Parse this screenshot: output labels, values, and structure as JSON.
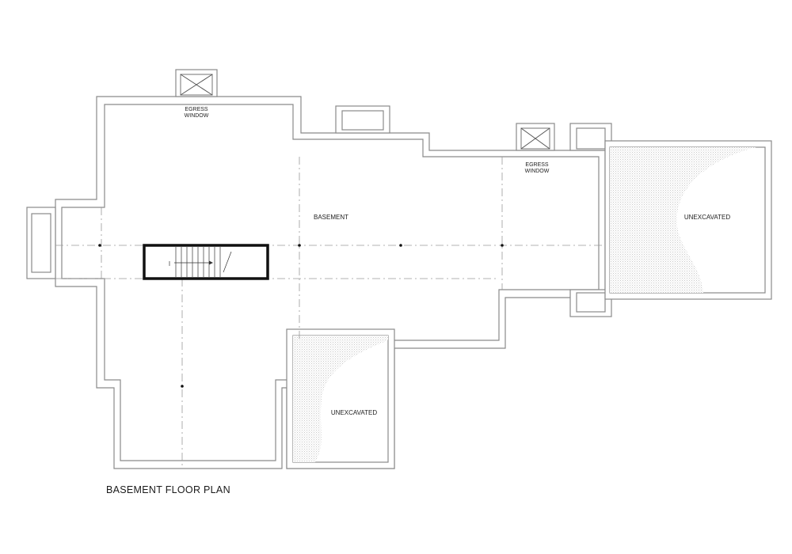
{
  "title": "BASEMENT FLOOR PLAN",
  "labels": {
    "basement": "BASEMENT",
    "unexcavated_right": "UNEXCAVATED",
    "unexcavated_bottom": "UNEXCAVATED",
    "egress_1_line1": "EGRESS",
    "egress_1_line2": "WINDOW",
    "egress_2_line1": "EGRESS",
    "egress_2_line2": "WINDOW"
  },
  "colors": {
    "wall_stroke": "#8a8a8a",
    "stair_outline": "#111111",
    "hatch": "#d0d0d0"
  }
}
